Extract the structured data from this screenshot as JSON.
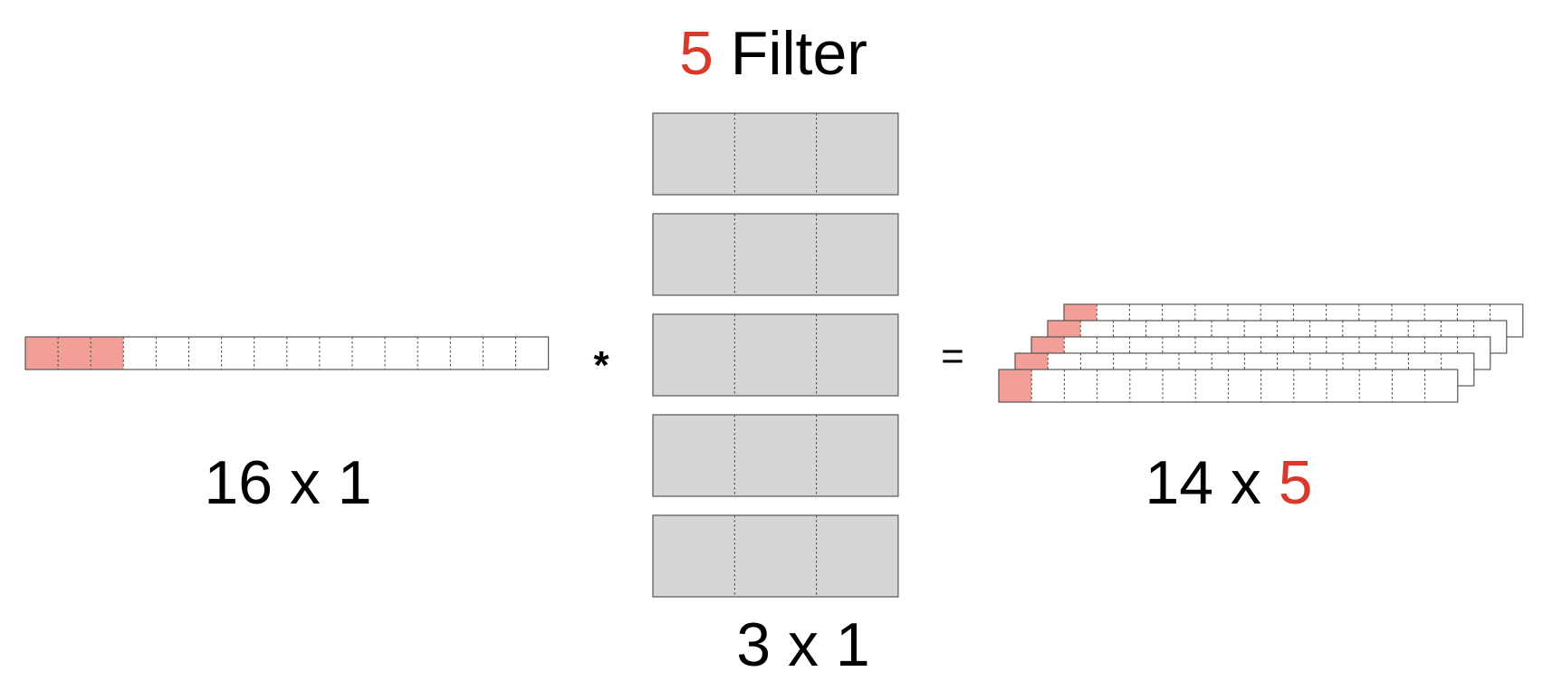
{
  "title": {
    "count": "5",
    "word": " Filter"
  },
  "input": {
    "cells": 16,
    "highlighted": 3,
    "label": "16 x 1"
  },
  "operator": "*",
  "equals": "=",
  "filters": {
    "count": 5,
    "cells": 3,
    "label": "3 x 1"
  },
  "output": {
    "cells": 14,
    "layers": 5,
    "highlighted": 1,
    "label_base": "14 x ",
    "label_count": "5"
  },
  "colors": {
    "accent": "#d9392b",
    "highlight": "#f2a097",
    "filter_fill": "#d6d6d6",
    "cell_fill": "#ffffff",
    "stroke": "#555555",
    "text": "#000000"
  }
}
